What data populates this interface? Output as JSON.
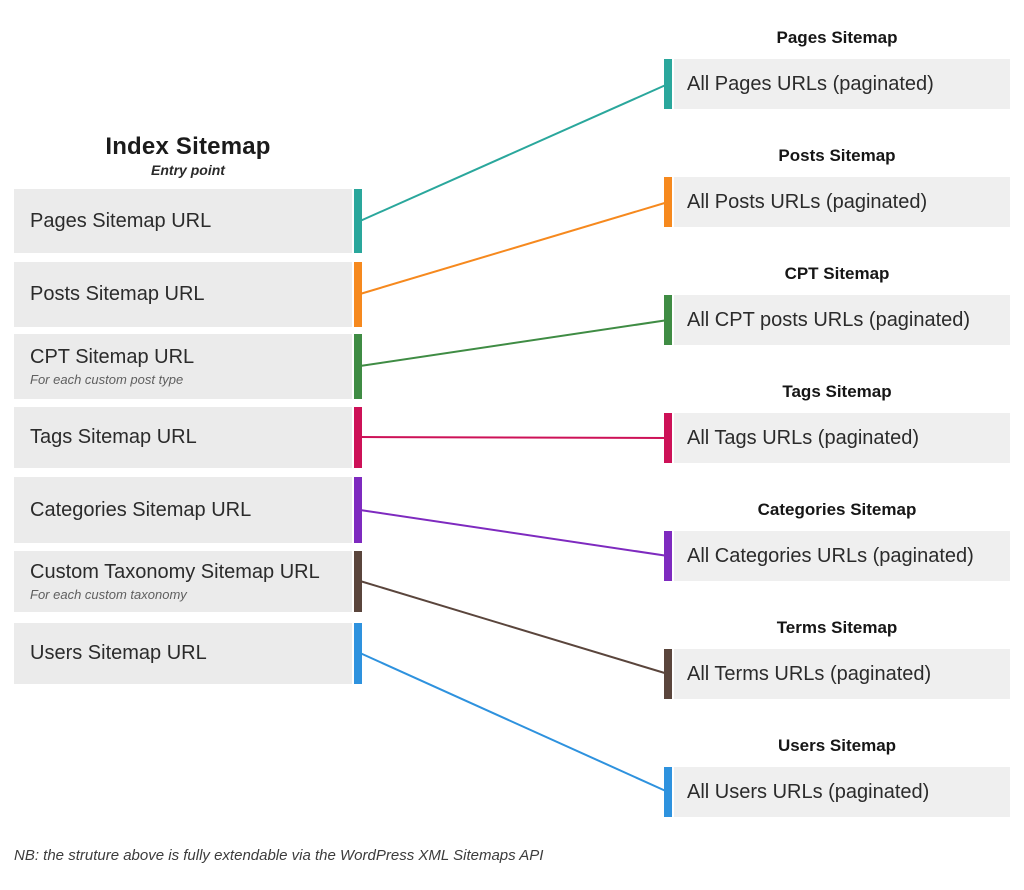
{
  "index": {
    "title": "Index Sitemap",
    "subtitle": "Entry point",
    "items": [
      {
        "label": "Pages Sitemap URL",
        "note": "",
        "color": "#2aa79c"
      },
      {
        "label": "Posts Sitemap URL",
        "note": "",
        "color": "#f6891e"
      },
      {
        "label": "CPT Sitemap URL",
        "note": "For each custom post type",
        "color": "#3f8c44"
      },
      {
        "label": "Tags Sitemap URL",
        "note": "",
        "color": "#cd1157"
      },
      {
        "label": "Categories Sitemap URL",
        "note": "",
        "color": "#7e2abf"
      },
      {
        "label": "Custom Taxonomy Sitemap URL",
        "note": "For each custom taxonomy",
        "color": "#5a453c"
      },
      {
        "label": "Users Sitemap URL",
        "note": "",
        "color": "#2e92de"
      }
    ]
  },
  "sitemaps": [
    {
      "title": "Pages Sitemap",
      "label": "All Pages URLs (paginated)",
      "color": "#2aa79c"
    },
    {
      "title": "Posts Sitemap",
      "label": "All Posts URLs (paginated)",
      "color": "#f6891e"
    },
    {
      "title": "CPT Sitemap",
      "label": "All CPT posts URLs (paginated)",
      "color": "#3f8c44"
    },
    {
      "title": "Tags Sitemap",
      "label": "All Tags URLs (paginated)",
      "color": "#cd1157"
    },
    {
      "title": "Categories Sitemap",
      "label": "All Categories URLs (paginated)",
      "color": "#7e2abf"
    },
    {
      "title": "Terms Sitemap",
      "label": "All Terms URLs (paginated)",
      "color": "#5a453c"
    },
    {
      "title": "Users Sitemap",
      "label": "All Users URLs (paginated)",
      "color": "#2e92de"
    }
  ],
  "footer": {
    "note": "NB: the struture above is fully extendable via the WordPress XML Sitemaps API"
  }
}
